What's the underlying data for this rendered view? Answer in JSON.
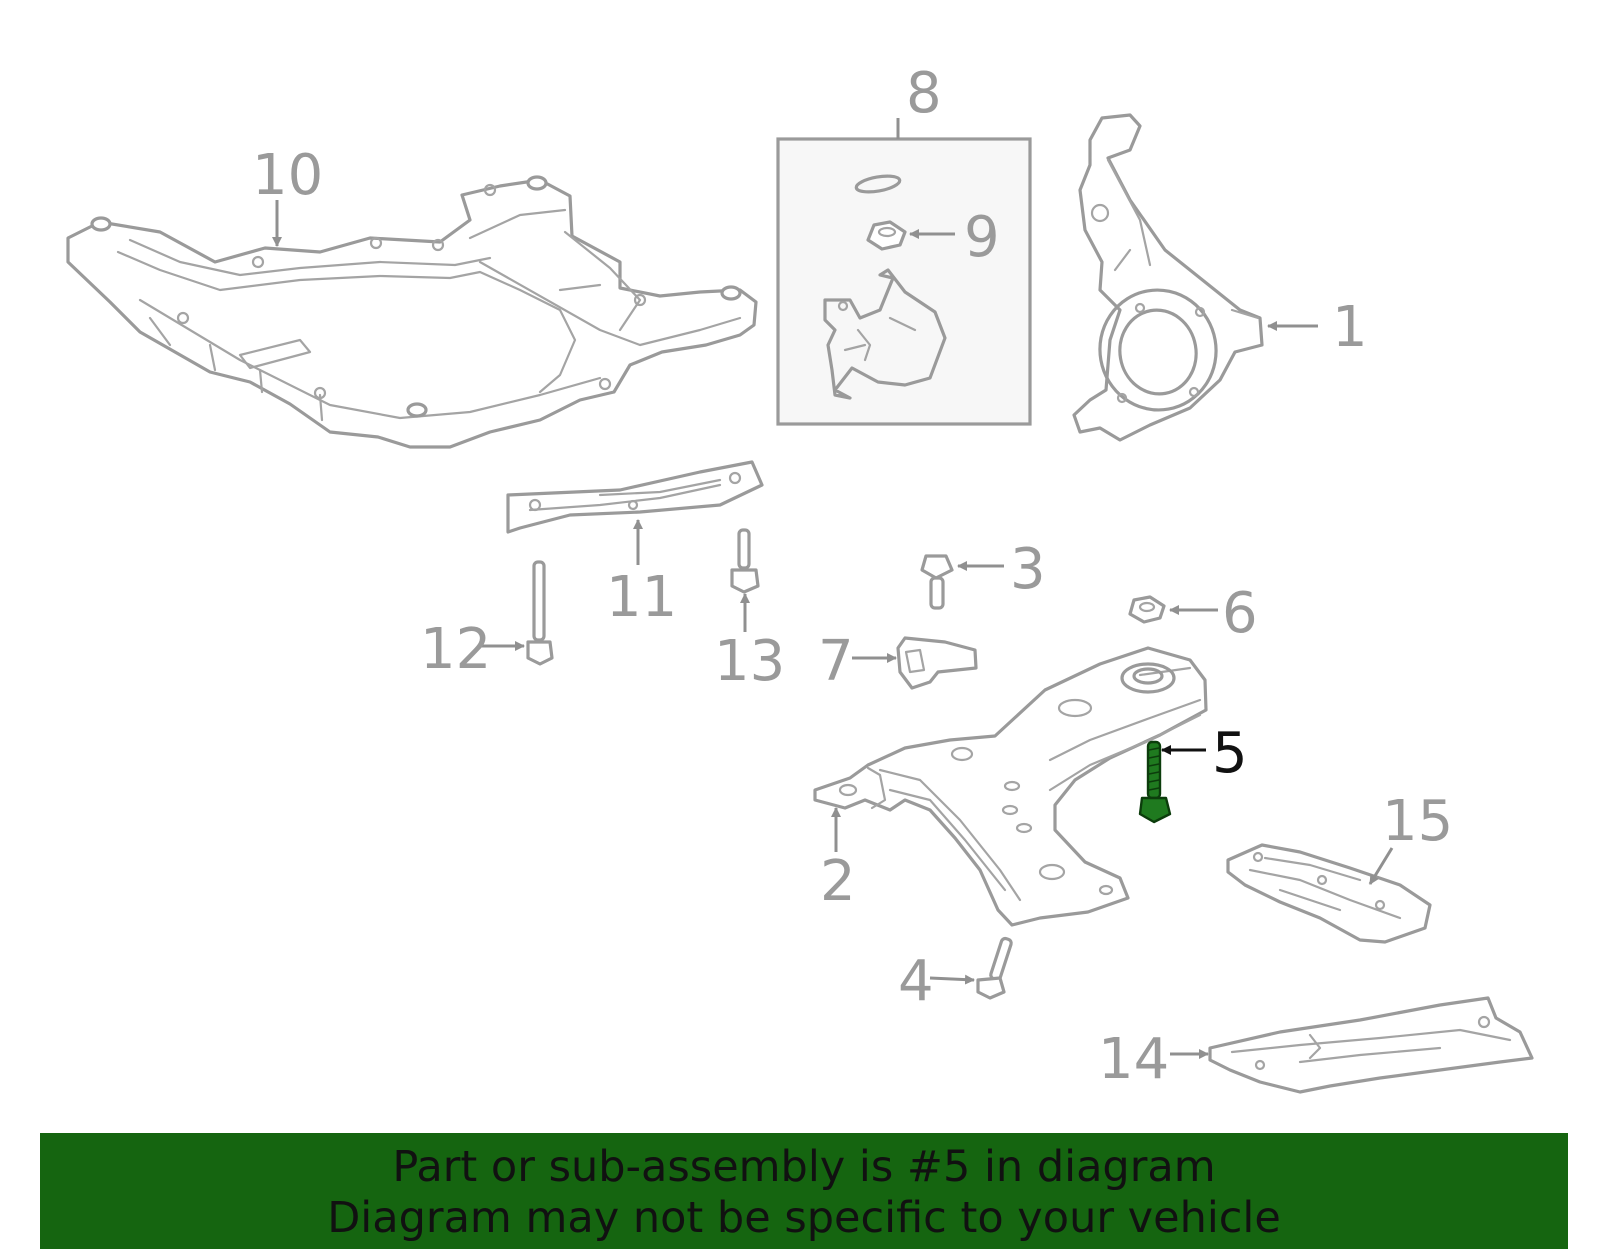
{
  "callouts": {
    "c1": "1",
    "c2": "2",
    "c3": "3",
    "c4": "4",
    "c5": "5",
    "c6": "6",
    "c7": "7",
    "c8": "8",
    "c9": "9",
    "c10": "10",
    "c11": "11",
    "c12": "12",
    "c13": "13",
    "c14": "14",
    "c15": "15"
  },
  "highlighted_part": "5",
  "colors": {
    "part_line": "#9a9a9a",
    "highlight": "#1f7a1f",
    "banner": "#156510"
  },
  "banner": {
    "line1": "Part or sub-assembly is #5 in diagram",
    "line2": "Diagram may not be specific to your vehicle"
  }
}
